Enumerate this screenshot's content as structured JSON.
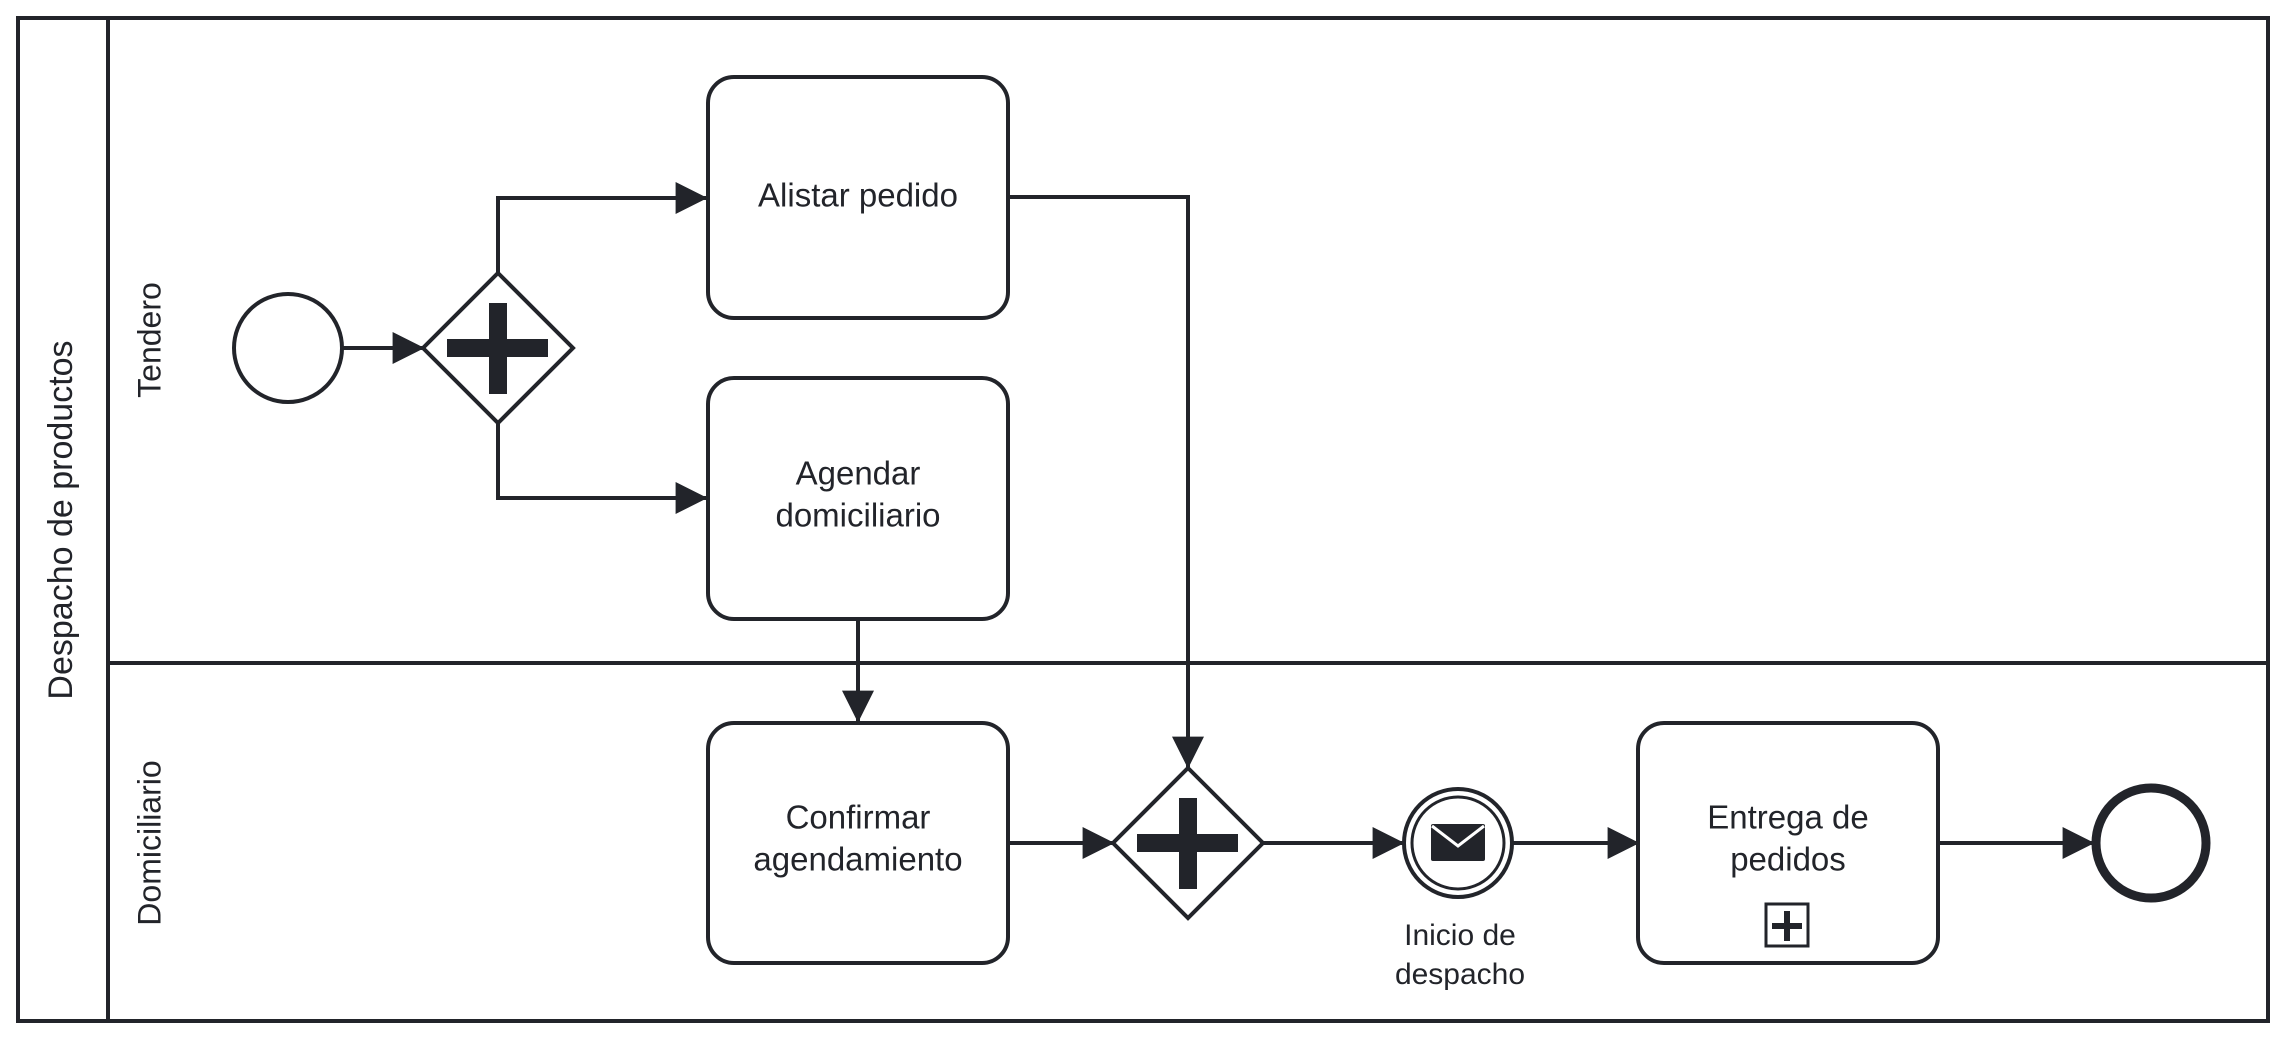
{
  "pool": {
    "label": "Despacho de productos"
  },
  "lanes": [
    {
      "label": "Tendero"
    },
    {
      "label": "Domiciliario"
    }
  ],
  "tasks": [
    {
      "id": "alistar",
      "lines": [
        "Alistar pedido"
      ]
    },
    {
      "id": "agendar",
      "lines": [
        "Agendar",
        "domiciliario"
      ]
    },
    {
      "id": "confirmar",
      "lines": [
        "Confirmar",
        "agendamiento"
      ]
    },
    {
      "id": "entrega",
      "lines": [
        "Entrega de",
        "pedidos"
      ],
      "marker": "subprocess-plus-icon"
    }
  ],
  "events": {
    "start": {
      "type": "start-event"
    },
    "message": {
      "type": "intermediate-message-catch-event",
      "lines": [
        "Inicio de",
        "despacho"
      ],
      "icon": "envelope-icon"
    },
    "end": {
      "type": "end-event"
    }
  },
  "gateways": [
    {
      "id": "split",
      "type": "parallel-gateway",
      "icon": "plus-icon"
    },
    {
      "id": "join",
      "type": "parallel-gateway",
      "icon": "plus-icon"
    }
  ],
  "colors": {
    "stroke": "#22242a",
    "fill": "#ffffff"
  }
}
